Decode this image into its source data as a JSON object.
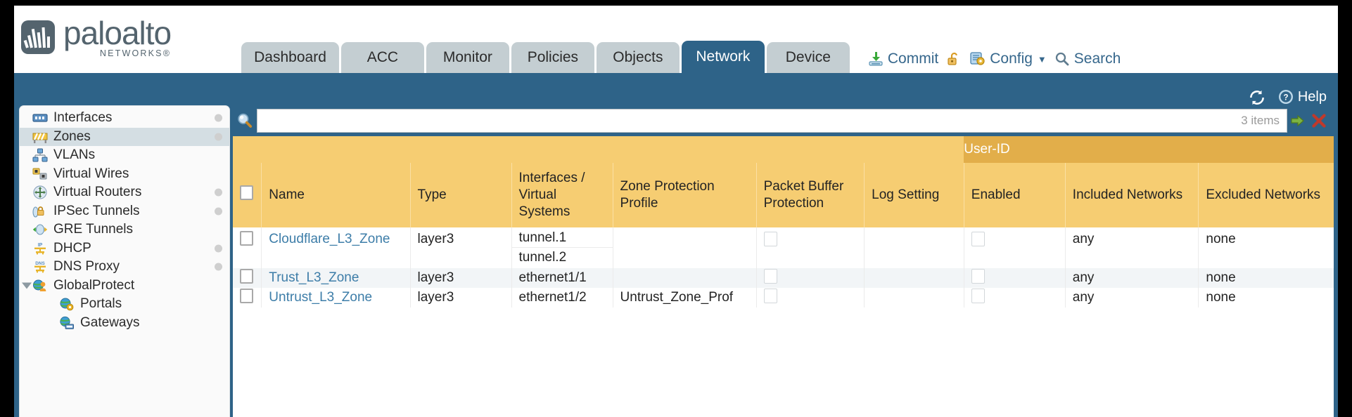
{
  "brand": {
    "name": "paloalto",
    "tagline": "NETWORKS",
    "registered": "®",
    "logo_icon": "paloalto-logo-icon"
  },
  "nav": {
    "tabs": [
      {
        "label": "Dashboard",
        "active": false
      },
      {
        "label": "ACC",
        "active": false
      },
      {
        "label": "Monitor",
        "active": false
      },
      {
        "label": "Policies",
        "active": false
      },
      {
        "label": "Objects",
        "active": false
      },
      {
        "label": "Network",
        "active": true
      },
      {
        "label": "Device",
        "active": false
      }
    ],
    "actions": [
      {
        "label": "Commit",
        "icon": "commit-icon"
      },
      {
        "label": "",
        "icon": "unlock-icon"
      },
      {
        "label": "Config",
        "icon": "config-icon",
        "caret": "▼"
      },
      {
        "label": "Search",
        "icon": "search-magnifier-icon"
      }
    ]
  },
  "toolbar": {
    "refresh_icon": "refresh-icon",
    "help_label": "Help",
    "help_icon": "help-question-icon"
  },
  "sidebar": {
    "items": [
      {
        "label": "Interfaces",
        "icon": "interfaces-icon",
        "dot": true,
        "selected": false,
        "indent": false,
        "caret": false
      },
      {
        "label": "Zones",
        "icon": "zones-icon",
        "dot": true,
        "selected": true,
        "indent": false,
        "caret": false
      },
      {
        "label": "VLANs",
        "icon": "vlans-icon",
        "dot": false,
        "selected": false,
        "indent": false,
        "caret": false
      },
      {
        "label": "Virtual Wires",
        "icon": "virtual-wires-icon",
        "dot": false,
        "selected": false,
        "indent": false,
        "caret": false
      },
      {
        "label": "Virtual Routers",
        "icon": "virtual-routers-icon",
        "dot": true,
        "selected": false,
        "indent": false,
        "caret": false
      },
      {
        "label": "IPSec Tunnels",
        "icon": "ipsec-tunnels-icon",
        "dot": true,
        "selected": false,
        "indent": false,
        "caret": false
      },
      {
        "label": "GRE Tunnels",
        "icon": "gre-tunnels-icon",
        "dot": false,
        "selected": false,
        "indent": false,
        "caret": false
      },
      {
        "label": "DHCP",
        "icon": "dhcp-icon",
        "dot": true,
        "selected": false,
        "indent": false,
        "caret": false
      },
      {
        "label": "DNS Proxy",
        "icon": "dns-proxy-icon",
        "dot": true,
        "selected": false,
        "indent": false,
        "caret": false
      },
      {
        "label": "GlobalProtect",
        "icon": "globalprotect-icon",
        "dot": false,
        "selected": false,
        "indent": false,
        "caret": true
      },
      {
        "label": "Portals",
        "icon": "portals-icon",
        "dot": false,
        "selected": false,
        "indent": true,
        "caret": false
      },
      {
        "label": "Gateways",
        "icon": "gateways-icon",
        "dot": false,
        "selected": false,
        "indent": true,
        "caret": false
      }
    ]
  },
  "search": {
    "icon": "search-magnifier-icon",
    "value": "",
    "placeholder": "",
    "items_count": "3 items",
    "apply_icon": "apply-arrow-icon",
    "clear_icon": "clear-x-icon"
  },
  "table": {
    "group_header": {
      "label": "User-ID",
      "span": 3
    },
    "columns": [
      "Name",
      "Type",
      "Interfaces / Virtual Systems",
      "Zone Protection Profile",
      "Packet Buffer Protection",
      "Log Setting",
      "Enabled",
      "Included Networks",
      "Excluded Networks"
    ],
    "select_all_checkbox": false,
    "rows": [
      {
        "selected": false,
        "name": "Cloudflare_L3_Zone",
        "type": "layer3",
        "interfaces": [
          "tunnel.1",
          "tunnel.2"
        ],
        "zone_protection_profile": "",
        "packet_buffer_protection": false,
        "log_setting": "",
        "user_id_enabled": false,
        "included_networks": "any",
        "excluded_networks": "none"
      },
      {
        "selected": false,
        "name": "Trust_L3_Zone",
        "type": "layer3",
        "interfaces": [
          "ethernet1/1"
        ],
        "zone_protection_profile": "",
        "packet_buffer_protection": false,
        "log_setting": "",
        "user_id_enabled": false,
        "included_networks": "any",
        "excluded_networks": "none"
      },
      {
        "selected": false,
        "name": "Untrust_L3_Zone",
        "type": "layer3",
        "interfaces": [
          "ethernet1/2"
        ],
        "zone_protection_profile": "Untrust_Zone_Prof",
        "packet_buffer_protection": false,
        "log_setting": "",
        "user_id_enabled": false,
        "included_networks": "any",
        "excluded_networks": "none"
      }
    ]
  },
  "colors": {
    "brand_blue": "#2e6388",
    "tab_inactive": "#c4ced2",
    "header_yellow": "#f6cd72",
    "group_yellow": "#e2ae4a",
    "link_blue": "#3d7da8",
    "row_alt": "#f2f5f7",
    "sidebar_selected": "#d4dee3"
  }
}
